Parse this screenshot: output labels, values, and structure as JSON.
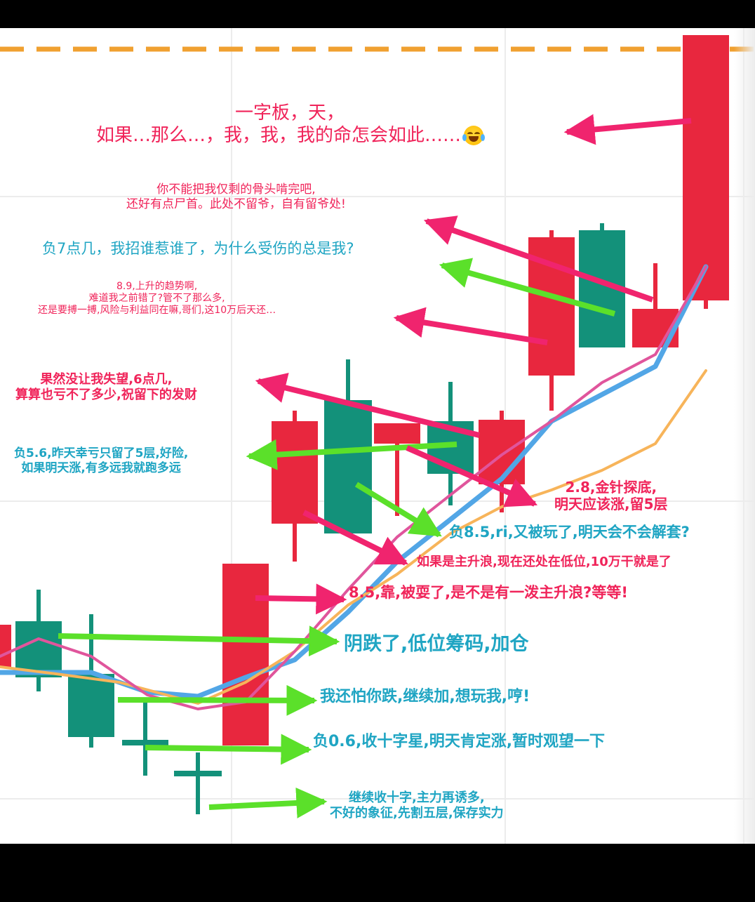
{
  "chart_data": {
    "type": "candlestick",
    "title": "",
    "xlabel": "",
    "ylabel": "",
    "grid": true,
    "reference_line": {
      "style": "dashed",
      "color": "#f0a030"
    },
    "colors": {
      "up": "#e8273e",
      "down": "#13917a",
      "ma_pink": "#e0559c",
      "ma_orange": "#f7b45a",
      "ma_blue": "#52a6e6"
    },
    "candles": [
      {
        "direction": "up"
      },
      {
        "direction": "down"
      },
      {
        "direction": "down"
      },
      {
        "direction": "doji"
      },
      {
        "direction": "doji"
      },
      {
        "direction": "up"
      },
      {
        "direction": "up"
      },
      {
        "direction": "down"
      },
      {
        "direction": "up"
      },
      {
        "direction": "down"
      },
      {
        "direction": "up"
      },
      {
        "direction": "up"
      },
      {
        "direction": "down"
      },
      {
        "direction": "up"
      },
      {
        "direction": "up"
      }
    ],
    "annotations": [
      {
        "lines": [
          "一字板，天，",
          "如果…那么…，我，我，我的命怎会如此……"
        ],
        "color": "#f0245a",
        "arrow_color": "#f0246e",
        "emoji": "laughing-crying-emoji"
      },
      {
        "lines": [
          "你不能把我仅剩的骨头啃完吧,",
          "还好有点尸首。此处不留爷，自有留爷处!"
        ],
        "color": "#f0245a",
        "arrow_color": "#f0246e"
      },
      {
        "lines": [
          "负7点几，我招谁惹谁了，为什么受伤的总是我?"
        ],
        "color": "#1fa5c3",
        "arrow_color": "#5be02a"
      },
      {
        "lines": [
          "8.9,上升的趋势啊,",
          "难道我之前错了?管不了那么多,",
          "还是要搏一搏,风险与利益同在嘛,哥们,这10万后天还…"
        ],
        "color": "#f0245a",
        "arrow_color": "#f0246e"
      },
      {
        "lines": [
          "果然没让我失望,6点几,",
          "算算也亏不了多少,祝留下的发财"
        ],
        "color": "#f0245a",
        "arrow_color": "#f0246e"
      },
      {
        "lines": [
          "负5.6,昨天幸亏只留了5层,好险,",
          "如果明天涨,有多远我就跑多远"
        ],
        "color": "#1fa5c3",
        "arrow_color": "#5be02a"
      },
      {
        "lines": [
          "2.8,金针探底,",
          "明天应该涨,留5层"
        ],
        "color": "#f0245a",
        "arrow_color": "#f0246e"
      },
      {
        "lines": [
          "负8.5,ri,又被玩了,明天会不会解套?"
        ],
        "color": "#1fa5c3",
        "arrow_color": "#5be02a"
      },
      {
        "lines": [
          "如果是主升浪,现在还处在低位,10万干就是了"
        ],
        "color": "#f0245a",
        "arrow_color": "#f0246e"
      },
      {
        "lines": [
          "8.5,靠,被耍了,是不是有一泼主升浪?等等!"
        ],
        "color": "#f0245a",
        "arrow_color": "#f0246e"
      },
      {
        "lines": [
          "阴跌了,低位筹码,加仓"
        ],
        "color": "#1fa5c3",
        "arrow_color": "#5be02a"
      },
      {
        "lines": [
          "我还怕你跌,继续加,想玩我,哼!"
        ],
        "color": "#1fa5c3",
        "arrow_color": "#5be02a"
      },
      {
        "lines": [
          "负0.6,收十字星,明天肯定涨,暂时观望一下"
        ],
        "color": "#1fa5c3",
        "arrow_color": "#5be02a"
      },
      {
        "lines": [
          "继续收十字,主力再诱多,",
          "不好的象征,先割五层,保存实力"
        ],
        "color": "#1fa5c3",
        "arrow_color": "#5be02a"
      }
    ]
  }
}
